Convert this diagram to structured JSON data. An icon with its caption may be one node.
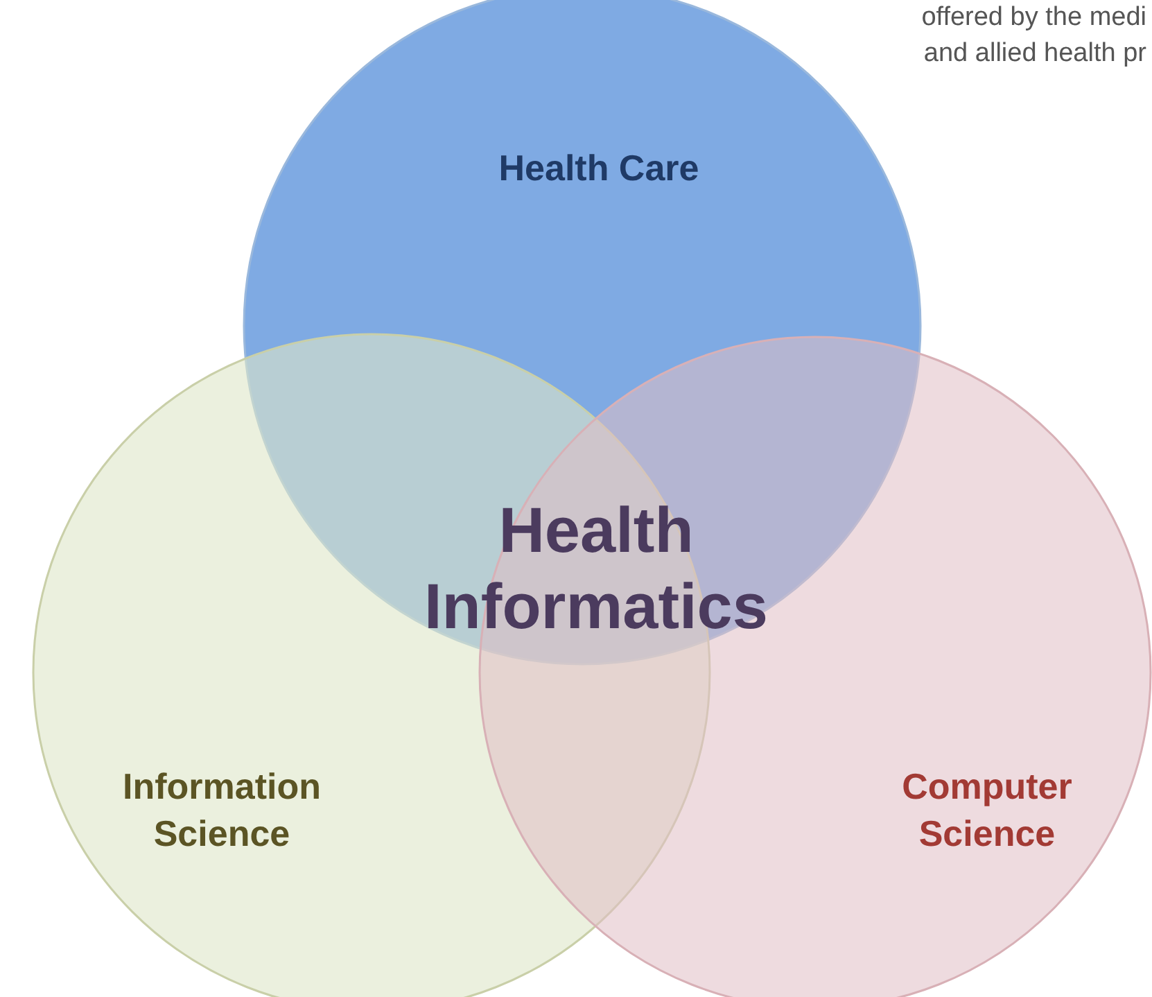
{
  "diagram": {
    "nodes": [
      {
        "text": [
          "Health Care"
        ]
      },
      {
        "text": [
          "Information Science"
        ]
      },
      {
        "text": [
          "Computer Science"
        ]
      }
    ],
    "edges": [],
    "labels": [
      "offered by the medi",
      "and allied health pr",
      "Health Informatics"
    ]
  }
}
